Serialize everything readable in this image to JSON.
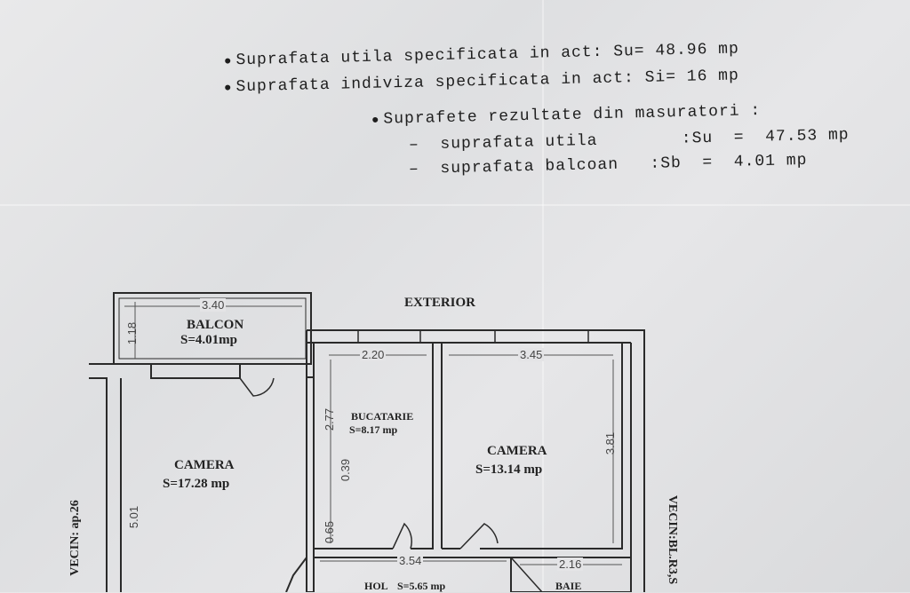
{
  "header": {
    "line1": "Suprafata utila specificata in act: Su= 48.96 mp",
    "line2": "Suprafata indiviza specificata in act: Si= 16 mp",
    "results_title": "Suprafete rezultate din masuratori :",
    "result1": "–  suprafata utila        :Su  =  47.53 mp",
    "result2": "–  suprafata balcoan   :Sb  =  4.01 mp"
  },
  "plan": {
    "exterior": "EXTERIOR",
    "balcon": {
      "name": "BALCON",
      "area": "S=4.01mp",
      "width": "3.40",
      "depth": "1.18"
    },
    "camera1": {
      "name": "CAMERA",
      "area": "S=17.28 mp",
      "depth": "5.01"
    },
    "bucatarie": {
      "name": "BUCATARIE",
      "area": "S=8.17 mp",
      "width": "2.20",
      "depth": "2.77",
      "d2": "0.39",
      "d3": "0.65"
    },
    "camera2": {
      "name": "CAMERA",
      "area": "S=13.14 mp",
      "width": "3.45",
      "depth": "3.81"
    },
    "hol": {
      "name": "HOL",
      "area": "S=5.65 mp",
      "width": "3.54"
    },
    "baie": {
      "name": "BAIE",
      "width": "2.16"
    },
    "vecin_left": "VECIN: ap.26",
    "vecin_right": "VECIN:BL.R3,S"
  }
}
